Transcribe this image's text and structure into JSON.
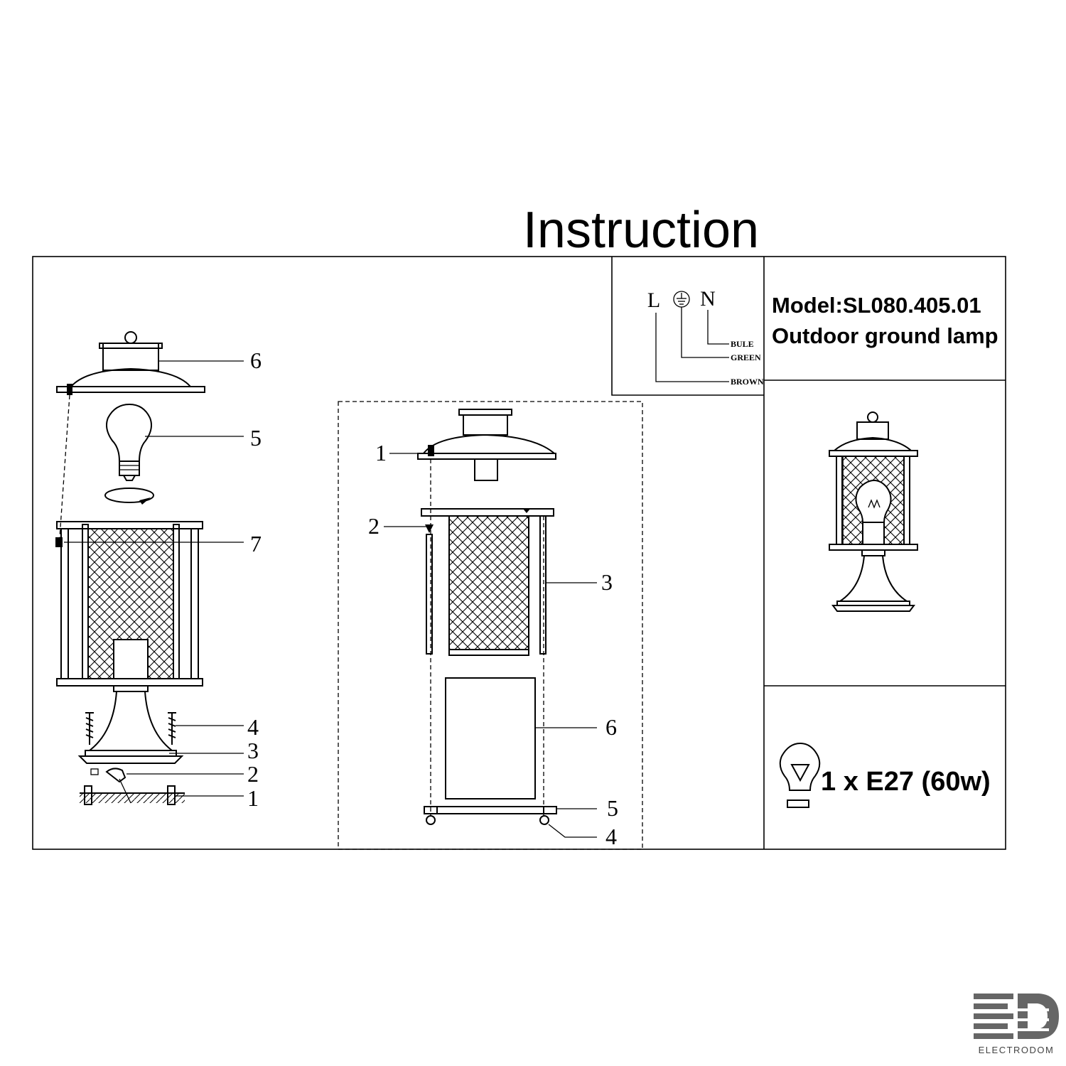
{
  "title": "Instruction",
  "model": {
    "line1": "Model:SL080.405.01",
    "line2": "Outdoor ground lamp"
  },
  "wiring": {
    "terminals": [
      "L",
      "N"
    ],
    "earth_symbol": "earth-ground-icon",
    "wires": [
      "BULE",
      "GREEN",
      "BROWN"
    ]
  },
  "exploded_view": {
    "labels": [
      "6",
      "5",
      "7",
      "4",
      "3",
      "2",
      "1"
    ]
  },
  "assembly_view": {
    "labels": [
      "1",
      "2",
      "3",
      "6",
      "5",
      "4"
    ]
  },
  "bulb_spec": "1 x E27 (60w)",
  "logo_text": "ELECTRODOM",
  "logo_mark": "ED"
}
